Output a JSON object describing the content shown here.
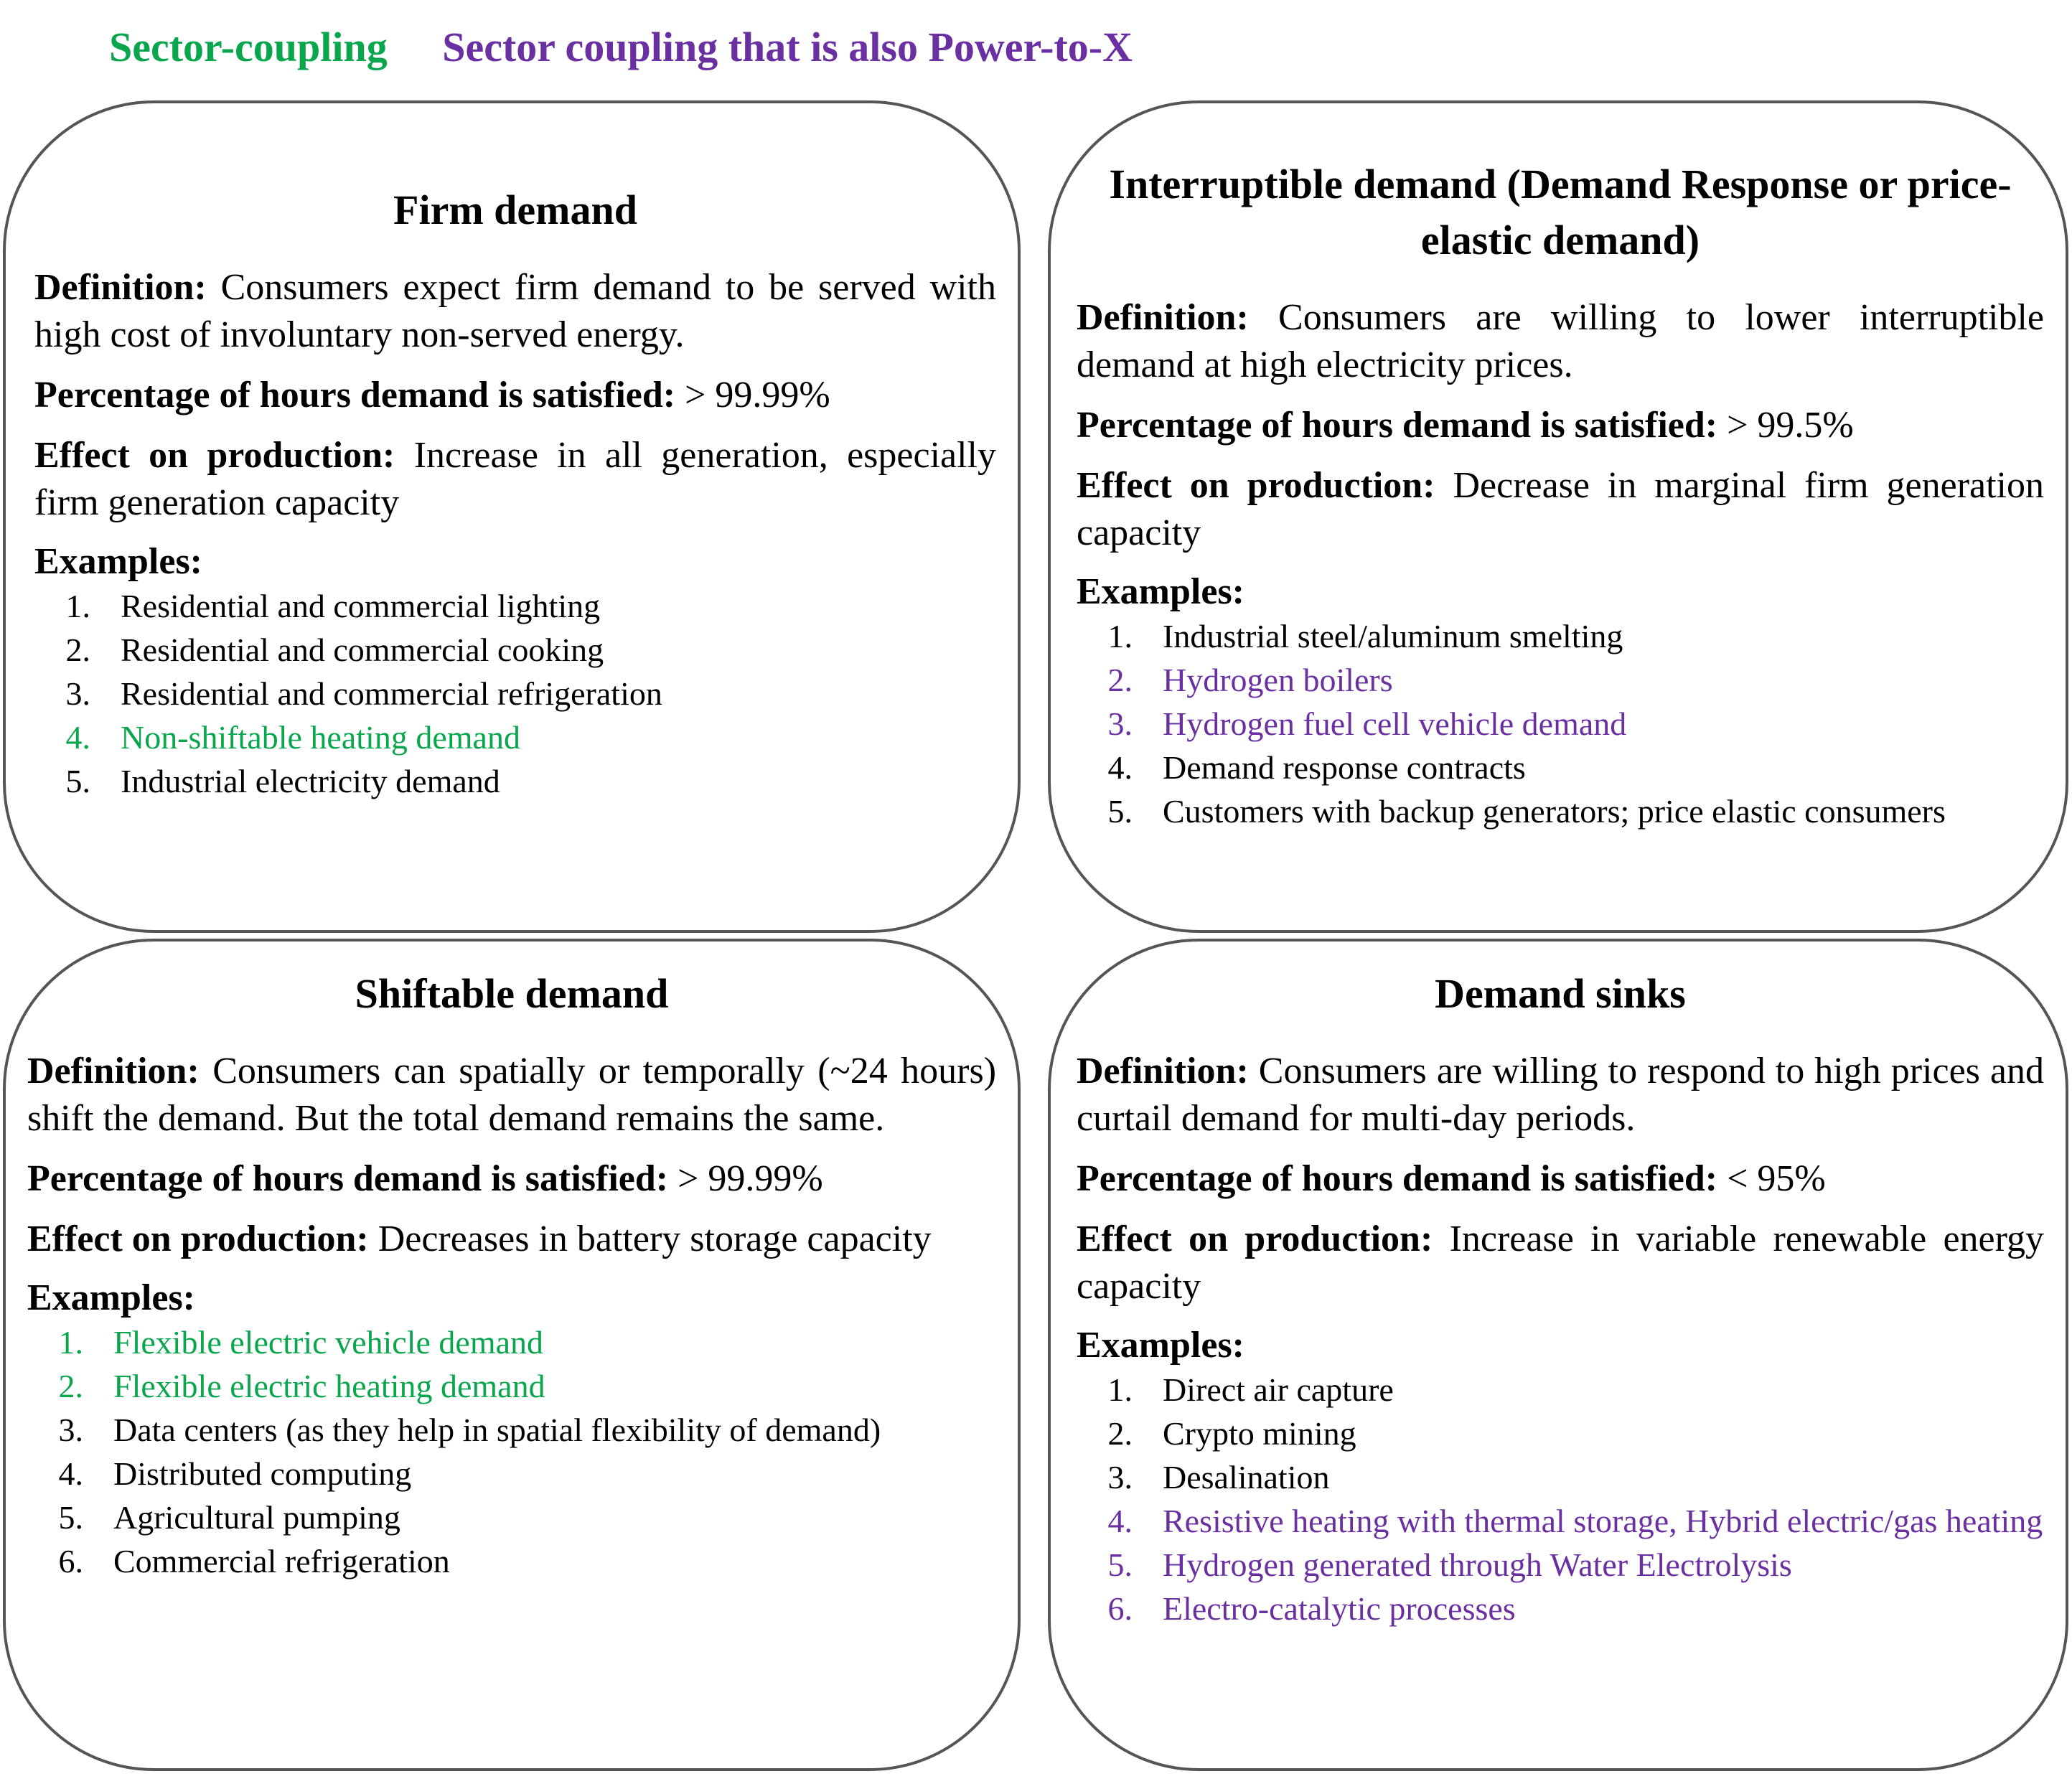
{
  "legend": {
    "sector_coupling": "Sector-coupling",
    "power_to_x": "Sector coupling that is also Power-to-X"
  },
  "colors": {
    "sector_coupling": "#0aa64e",
    "power_to_x": "#6a2fa0",
    "default": "#000000"
  },
  "labels": {
    "definition": "Definition:",
    "percentage": "Percentage of hours demand is satisfied:",
    "effect": "Effect on production:",
    "examples": "Examples:"
  },
  "firm": {
    "title": "Firm demand",
    "definition": "Consumers expect firm demand to be served with high cost of involuntary non-served energy.",
    "percentage": "> 99.99%",
    "effect": "Increase in all generation, especially firm generation capacity",
    "examples": [
      {
        "num": "1.",
        "text": "Residential and commercial lighting",
        "category": "default"
      },
      {
        "num": "2.",
        "text": "Residential and commercial cooking",
        "category": "default"
      },
      {
        "num": "3.",
        "text": "Residential and commercial refrigeration",
        "category": "default"
      },
      {
        "num": "4.",
        "text": "Non-shiftable heating demand",
        "category": "sector_coupling"
      },
      {
        "num": "5.",
        "text": "Industrial electricity demand",
        "category": "default"
      }
    ]
  },
  "interruptible": {
    "title": "Interruptible demand (Demand Response or price-elastic demand)",
    "definition": "Consumers are willing to lower interruptible demand at high electricity prices.",
    "percentage": "> 99.5%",
    "effect": "Decrease in marginal firm generation capacity",
    "examples": [
      {
        "num": "1.",
        "text": "Industrial steel/aluminum smelting",
        "category": "default"
      },
      {
        "num": "2.",
        "text": "Hydrogen boilers",
        "category": "power_to_x"
      },
      {
        "num": "3.",
        "text": "Hydrogen fuel cell vehicle demand",
        "category": "power_to_x"
      },
      {
        "num": "4.",
        "text": "Demand response contracts",
        "category": "default"
      },
      {
        "num": "5.",
        "text": "Customers with backup generators; price elastic consumers",
        "category": "default"
      }
    ]
  },
  "shiftable": {
    "title": "Shiftable demand",
    "definition": "Consumers can spatially or temporally (~24 hours) shift the demand. But the total demand remains the same.",
    "percentage": "> 99.99%",
    "effect": "Decreases in battery storage capacity",
    "examples": [
      {
        "num": "1.",
        "text": "Flexible electric vehicle demand",
        "category": "sector_coupling"
      },
      {
        "num": "2.",
        "text": "Flexible electric heating demand",
        "category": "sector_coupling"
      },
      {
        "num": "3.",
        "text": "Data centers (as they help in spatial flexibility of demand)",
        "category": "default"
      },
      {
        "num": "4.",
        "text": "Distributed computing",
        "category": "default"
      },
      {
        "num": "5.",
        "text": "Agricultural pumping",
        "category": "default"
      },
      {
        "num": "6.",
        "text": "Commercial refrigeration",
        "category": "default"
      }
    ]
  },
  "sinks": {
    "title": "Demand sinks",
    "definition": "Consumers are willing to respond to high prices and curtail demand for multi-day periods.",
    "percentage": "< 95%",
    "effect": "Increase in variable renewable energy capacity",
    "examples": [
      {
        "num": "1.",
        "text": "Direct air capture",
        "category": "default"
      },
      {
        "num": "2.",
        "text": "Crypto mining",
        "category": "default"
      },
      {
        "num": "3.",
        "text": "Desalination",
        "category": "default"
      },
      {
        "num": "4.",
        "text": "Resistive heating with thermal storage, Hybrid electric/gas heating",
        "category": "power_to_x"
      },
      {
        "num": "5.",
        "text": "Hydrogen generated through Water Electrolysis",
        "category": "power_to_x"
      },
      {
        "num": "6.",
        "text": "Electro-catalytic processes",
        "category": "power_to_x"
      }
    ]
  }
}
